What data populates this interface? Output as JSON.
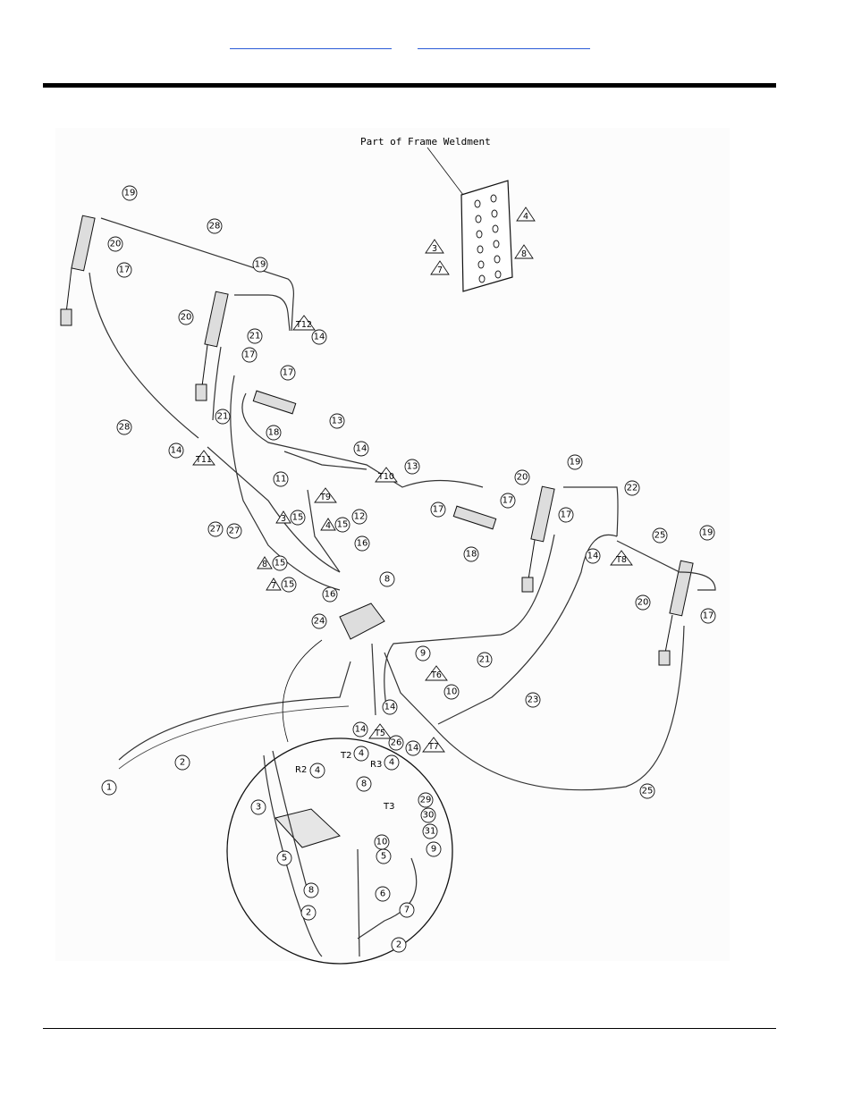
{
  "header": {
    "link_1": "",
    "link_2": ""
  },
  "diagram": {
    "frame_callout": "Part of Frame Weldment",
    "bubbles": [
      "1",
      "2",
      "2",
      "2",
      "3",
      "4",
      "4",
      "4",
      "5",
      "5",
      "6",
      "7",
      "8",
      "8",
      "8",
      "9",
      "9",
      "10",
      "10",
      "11",
      "12",
      "13",
      "13",
      "14",
      "14",
      "14",
      "14",
      "14",
      "14",
      "14",
      "15",
      "15",
      "15",
      "15",
      "16",
      "16",
      "17",
      "17",
      "17",
      "17",
      "17",
      "17",
      "17",
      "18",
      "18",
      "19",
      "19",
      "19",
      "19",
      "20",
      "20",
      "20",
      "20",
      "21",
      "21",
      "21",
      "22",
      "23",
      "24",
      "25",
      "25",
      "26",
      "27",
      "27",
      "28",
      "28",
      "29",
      "30",
      "31"
    ],
    "triangles": [
      "3",
      "4",
      "7",
      "8",
      "T12",
      "T11",
      "T9",
      "T10",
      "T8",
      "T6",
      "T5",
      "T7",
      "3",
      "4",
      "8",
      "7"
    ],
    "port_labels": [
      "R2",
      "T2",
      "R3",
      "T3"
    ]
  }
}
